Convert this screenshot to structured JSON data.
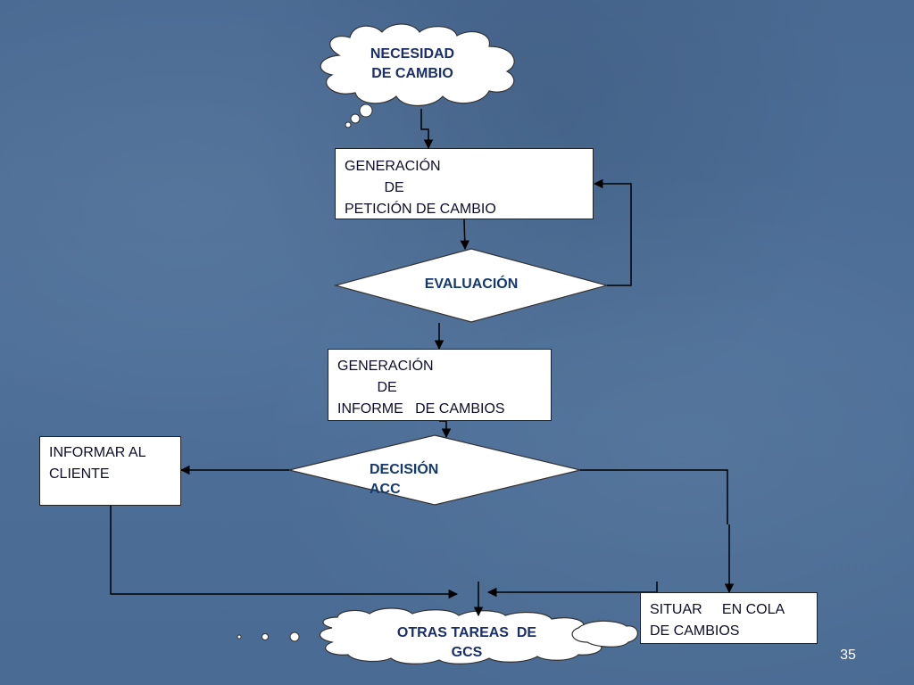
{
  "nodes": {
    "necesidad": {
      "text": "NECESIDAD\nDE CAMBIO"
    },
    "generacion_peticion": {
      "text": "GENERACIÓN\n          DE\nPETICIÓN DE CAMBIO"
    },
    "evaluacion": {
      "text": "EVALUACIÓN"
    },
    "generacion_informe": {
      "text": "GENERACIÓN\n          DE\nINFORME   DE CAMBIOS"
    },
    "decision": {
      "text": "DECISIÓN\nACC"
    },
    "informar_cliente": {
      "text": "INFORMAR AL\nCLIENTE"
    },
    "situar_cola": {
      "text": "SITUAR     EN COLA\nDE CAMBIOS"
    },
    "otras_tareas": {
      "text": "OTRAS TAREAS  DE\nGCS"
    }
  },
  "page_number": "35",
  "colors": {
    "background": "#4a6b93",
    "box_fill": "#ffffff",
    "shape_text": "#123a70",
    "line": "#000000"
  }
}
